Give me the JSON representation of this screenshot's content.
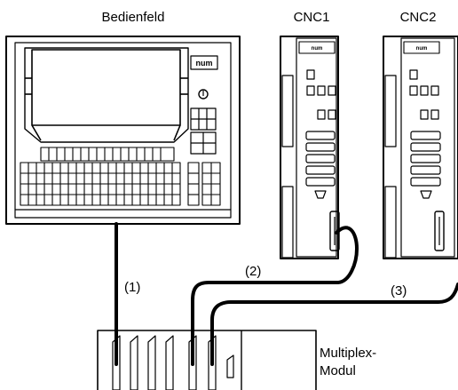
{
  "labels": {
    "panel": "Bedienfeld",
    "cnc1": "CNC1",
    "cnc2": "CNC2",
    "cable1": "(1)",
    "cable2": "(2)",
    "cable3": "(3)",
    "module_line1": "Multiplex-",
    "module_line2": "Modul"
  },
  "logos": {
    "panel_logo": "num",
    "cnc1_logo": "num",
    "cnc2_logo": "num"
  },
  "colors": {
    "stroke": "#000000",
    "background": "#ffffff",
    "screen_fill": "#ffffff"
  }
}
